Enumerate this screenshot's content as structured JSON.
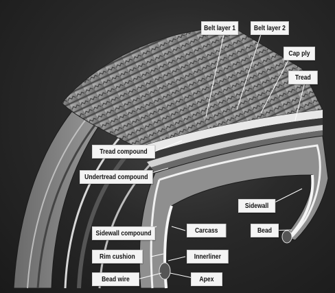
{
  "labels": {
    "belt_layer_1": "Belt layer 1",
    "belt_layer_2": "Belt layer 2",
    "cap_ply": "Cap ply",
    "tread": "Tread",
    "tread_compound": "Tread compound",
    "undertread_compound": "Undertread compound",
    "sidewall": "Sidewall",
    "bead": "Bead",
    "sidewall_compound": "Sidewall compound",
    "carcass": "Carcass",
    "rim_cushion": "Rim cushion",
    "innerliner": "Innerliner",
    "bead_wire": "Bead wire",
    "apex": "Apex"
  },
  "colors": {
    "background": "#2a2a2a",
    "tread_rubber": "#8c8c8c",
    "label_fill": "#f4f4f4",
    "leader_line": "#ffffff"
  }
}
